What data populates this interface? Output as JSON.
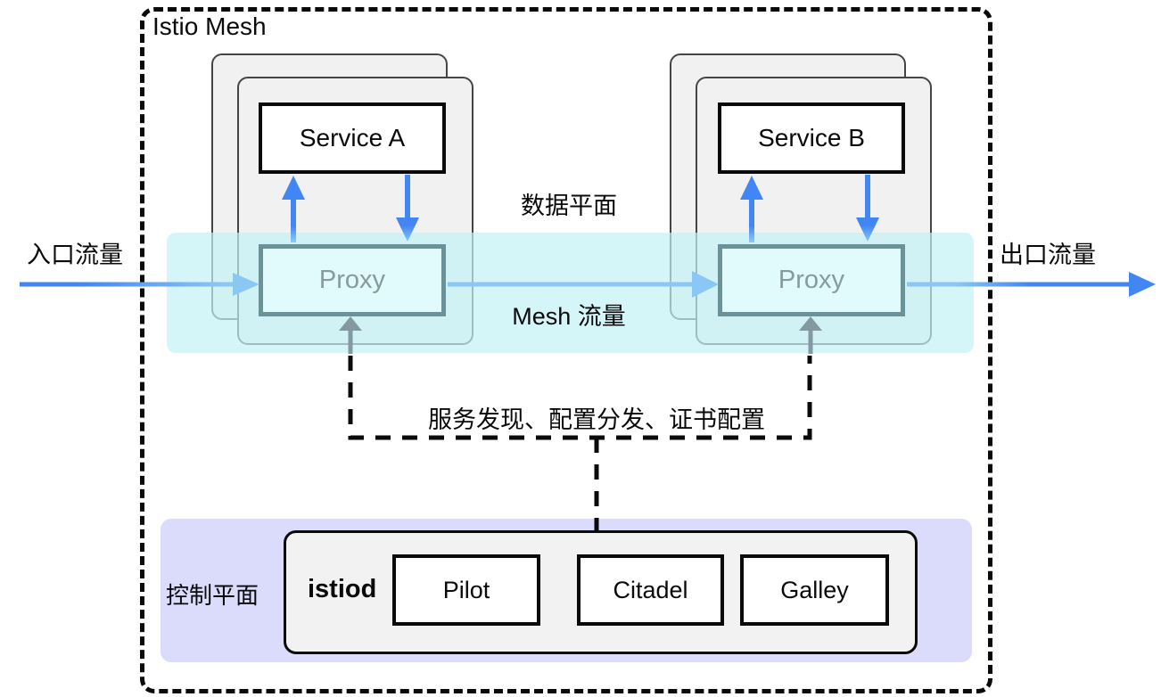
{
  "diagram": {
    "title": "Istio Mesh",
    "data_plane": {
      "label": "数据平面",
      "mesh_traffic_label": "Mesh 流量",
      "ingress_label": "入口流量",
      "egress_label": "出口流量",
      "service_a": "Service A",
      "service_b": "Service B",
      "proxy_label": "Proxy"
    },
    "control_link_label": "服务发现、配置分发、证书配置",
    "control_plane": {
      "label": "控制平面",
      "istiod_label": "istiod",
      "components": [
        "Pilot",
        "Citadel",
        "Galley"
      ]
    },
    "colors": {
      "ink": "#0a0a0a",
      "blue": "#4285f4",
      "light": "#8bc7f5",
      "gray": "#8399a2",
      "band": "#c3f2f6b3",
      "control": "#dbdcfb",
      "card": "#f1f1f2",
      "cardborder": "#454545",
      "istiodbg": "#f2f2f3",
      "proxyfill": "#e1fafc",
      "proxyborder": "#6b9199",
      "proxytext": "#879aa0"
    }
  }
}
